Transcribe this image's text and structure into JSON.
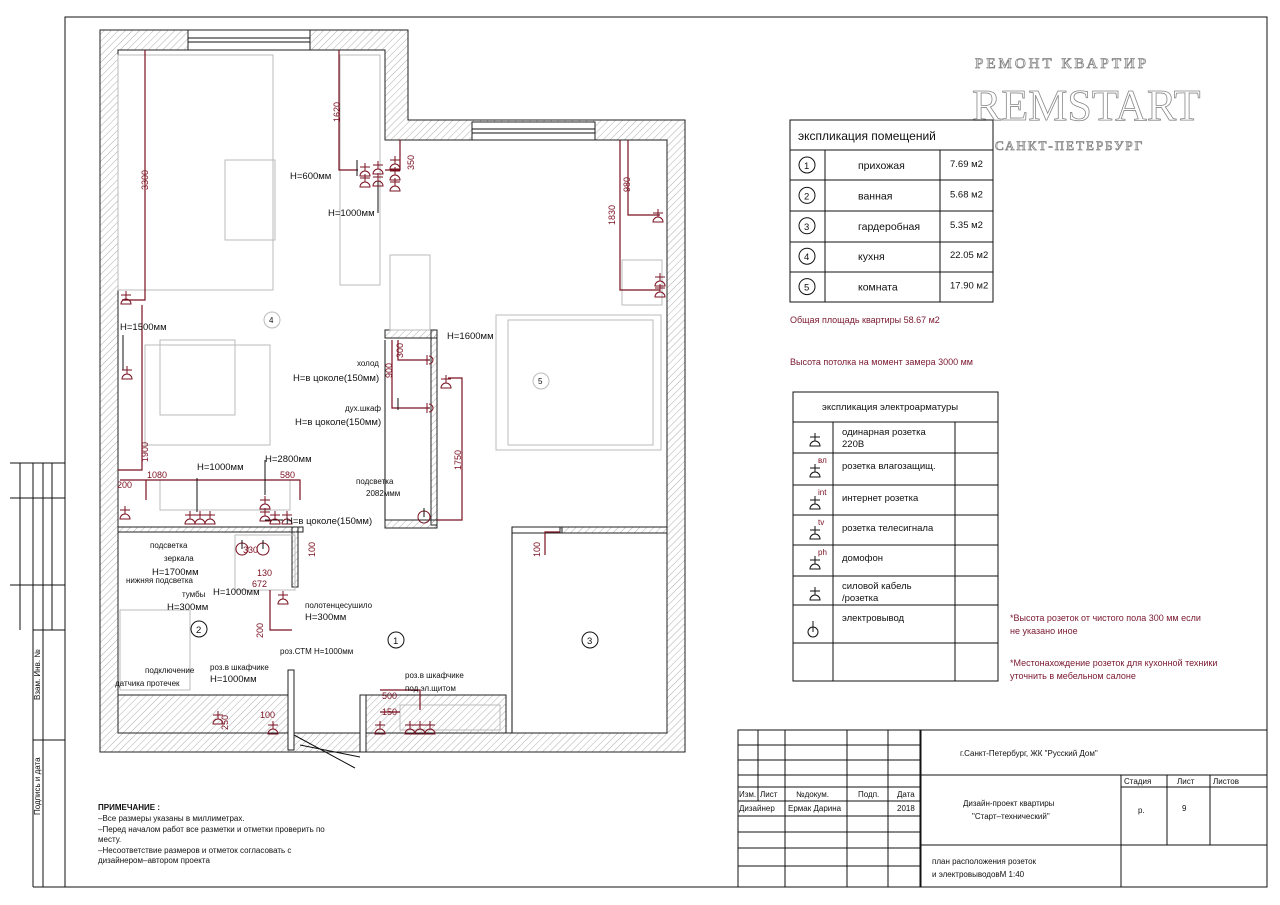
{
  "plan": {
    "room_numbers": [
      "1",
      "2",
      "3",
      "4",
      "5"
    ],
    "dims": {
      "d1620": "1620",
      "d3300": "3300",
      "d350": "350",
      "d980": "980",
      "d1830": "1830",
      "d300": "300",
      "d900": "900",
      "d1900": "1900",
      "d1750": "1750",
      "d1080": "1080",
      "d580": "580",
      "d200a": "200",
      "d100a": "100",
      "d100b": "100",
      "d330": "330",
      "d130": "130",
      "d672": "672",
      "d200b": "200",
      "d500": "500",
      "d150": "150",
      "d100c": "100",
      "d250": "250"
    },
    "labels": {
      "h600": "H=600мм",
      "h1000a": "H=1000мм",
      "h1500": "H=1500мм",
      "h1600": "H=1600мм",
      "fridge": "холод",
      "fridge_h": "H=в цоколе(150мм)",
      "oven": "дух.шкаф",
      "oven_h": "H=в цоколе(150мм)",
      "backlight1": "подсветка",
      "backlight1_h": "2082ммм",
      "h1000b": "H=1000мм",
      "h2800": "H=2800мм",
      "plinth": "H=в цоколе(150мм)",
      "mirror1": "подсветка",
      "mirror2": "зеркала",
      "mirror3": "H=1700мм",
      "lower1": "нижняя подсветка",
      "lower2": "тумбы",
      "lower3": "H=300мм",
      "h1000c": "H=1000мм",
      "towel1": "полотенцесушило",
      "towel2": "H=300мм",
      "stm": "роз.СТМ  H=1000мм",
      "leak1": "подключение",
      "leak2": "датчика протечек",
      "cab1": "роз.в шкафчике",
      "cab2": "H=1000мм",
      "shield1": "роз.в шкафчике",
      "shield2": "под эл.щитом"
    }
  },
  "logo": {
    "top": "РЕМОНТ    КВАРТИР",
    "main": "REMSTART",
    "bottom": "САНКТ-ПЕТЕРБУРГ"
  },
  "rooms_table": {
    "title": "экспликация помещений",
    "rows": [
      {
        "num": "1",
        "name": "прихожая",
        "area": "7.69 м2"
      },
      {
        "num": "2",
        "name": "ванная",
        "area": "5.68 м2"
      },
      {
        "num": "3",
        "name": "гардеробная",
        "area": "5.35 м2"
      },
      {
        "num": "4",
        "name": "кухня",
        "area": "22.05 м2"
      },
      {
        "num": "5",
        "name": "комната",
        "area": "17.90 м2"
      }
    ],
    "total": "Общая площадь квартиры 58.67 м2",
    "ceiling": "Высота потолка на момент замера 3000 мм"
  },
  "electro_table": {
    "title": "экспликация электроарматуры",
    "rows": [
      {
        "icon": "single-socket",
        "sup": "",
        "label": "одинарная розетка",
        "label2": "220В"
      },
      {
        "icon": "waterproof-socket",
        "sup": "вл",
        "label": "розетка влагозащищ.",
        "label2": ""
      },
      {
        "icon": "internet-socket",
        "sup": "int",
        "label": "интернет розетка",
        "label2": ""
      },
      {
        "icon": "tv-socket",
        "sup": "tv",
        "label": "розетка телесигнала",
        "label2": ""
      },
      {
        "icon": "intercom-socket",
        "sup": "ph",
        "label": "домофон",
        "label2": ""
      },
      {
        "icon": "power-cable-socket",
        "sup": "",
        "label": "силовой кабель",
        "label2": "/розетка"
      },
      {
        "icon": "electrical-outlet",
        "sup": "",
        "label": "электровывод",
        "label2": ""
      }
    ]
  },
  "side_notes": [
    {
      "l1": "*Высота розеток от чистого пола 300 мм если",
      "l2": "не указано иное"
    },
    {
      "l1": "*Местонахождение розеток для кухонной техники",
      "l2": "уточнить в мебельном салоне"
    }
  ],
  "notes": {
    "title": "ПРИМЕЧАНИЕ :",
    "lines": [
      "–Все размеры указаны в миллиметрах.",
      "–Перед началом работ все разметки и отметки проверить по",
      "месту.",
      "–Несоответствие размеров и отметок согласовать с",
      "дизайнером–автором проекта"
    ]
  },
  "side_strip": {
    "inv": "Взам. Инв. №",
    "sign": "Подпись и дата"
  },
  "title_block": {
    "address": "г.Санкт-Петербург, ЖК \"Русский Дом\"",
    "col_izm": "Изм.",
    "col_list": "Лист",
    "col_doc": "№докум.",
    "col_sign": "Подп.",
    "col_date": "Дата",
    "role": "Дизайнер",
    "author": "Ермак Дарина",
    "year": "2018",
    "project1": "Дизайн-проект квартиры",
    "project2": "\"Старт–технический\"",
    "stage_h": "Стадия",
    "sheet_h": "Лист",
    "sheets_h": "Листов",
    "stage": "р.",
    "sheet": "9",
    "sheets": "",
    "drawing1": "план расположения розеток",
    "drawing2": "и электровыводовМ 1:40"
  },
  "colors": {
    "dimension": "#7a1020",
    "wall_hatch": "#999999",
    "furniture": "#bbbbbb"
  }
}
